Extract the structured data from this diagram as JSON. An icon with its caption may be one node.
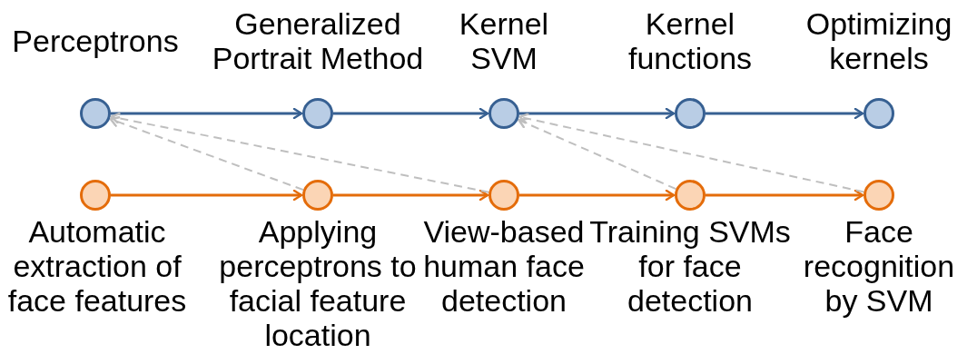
{
  "diagram": {
    "nodes": [
      {
        "text": [
          "Perceptrons"
        ]
      },
      {
        "text": [
          "Generalized Portrait Method"
        ]
      },
      {
        "text": [
          "Kernel SVM"
        ]
      },
      {
        "text": [
          "Kernel functions"
        ]
      },
      {
        "text": [
          "Optimizing kernels"
        ]
      },
      {
        "text": [
          "Automatic extraction of face features"
        ]
      },
      {
        "text": [
          "Applying perceptrons to facial feature location"
        ]
      },
      {
        "text": [
          "View-based human face detection"
        ]
      },
      {
        "text": [
          "Training SVMs for face detection"
        ]
      },
      {
        "text": [
          "Face recognition by SVM"
        ]
      }
    ],
    "edges": [
      {
        "from": 0,
        "to": 1,
        "arrow": "to",
        "color": "#376092"
      },
      {
        "from": 1,
        "to": 2,
        "arrow": "to",
        "color": "#376092"
      },
      {
        "from": 2,
        "to": 3,
        "arrow": "to",
        "color": "#376092"
      },
      {
        "from": 3,
        "to": 4,
        "arrow": "to",
        "color": "#376092"
      },
      {
        "from": 5,
        "to": 6,
        "arrow": "to",
        "color": "#e46c0a"
      },
      {
        "from": 6,
        "to": 7,
        "arrow": "to",
        "color": "#e46c0a"
      },
      {
        "from": 7,
        "to": 8,
        "arrow": "to",
        "color": "#e46c0a"
      },
      {
        "from": 8,
        "to": 9,
        "arrow": "to",
        "color": "#e46c0a"
      },
      {
        "from": 6,
        "to": 0,
        "arrow": "to",
        "style": "dashed",
        "color": "#bfbfbf"
      },
      {
        "from": 7,
        "to": 0,
        "arrow": "to",
        "style": "dashed",
        "color": "#bfbfbf"
      },
      {
        "from": 8,
        "to": 2,
        "arrow": "to",
        "style": "dashed",
        "color": "#bfbfbf"
      },
      {
        "from": 9,
        "to": 2,
        "arrow": "to",
        "style": "dashed",
        "color": "#bfbfbf"
      }
    ]
  }
}
